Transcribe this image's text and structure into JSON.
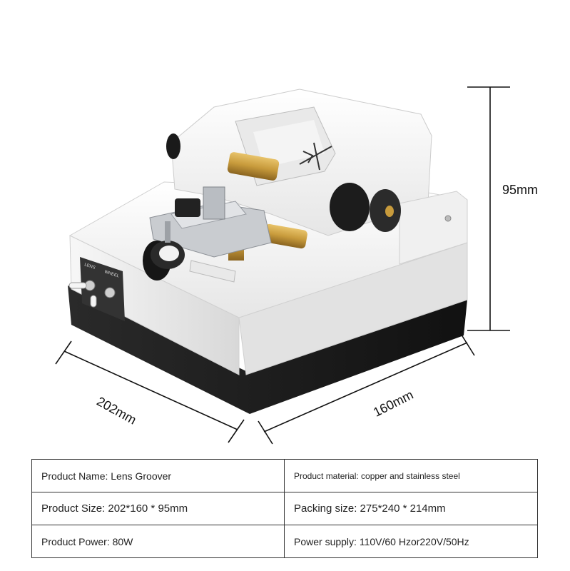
{
  "dimensions": {
    "height": "95mm",
    "width": "202mm",
    "depth": "160mm"
  },
  "product_labels": {
    "switch_left": "LENS",
    "switch_right": "WHEEL"
  },
  "spec_table": {
    "rows": [
      {
        "left": "Product Name: Lens Groover",
        "right": "Product material: copper and stainless steel"
      },
      {
        "left": "Product Size: 202*160 * 95mm",
        "right": "Packing size: 275*240 * 214mm"
      },
      {
        "left": "Product Power: 80W",
        "right": "Power supply: 110V/60 Hzor220V/50Hz"
      }
    ]
  },
  "colors": {
    "body_white": "#f3f3f3",
    "base_black": "#1c1c1c",
    "brass": "#c89b3c",
    "line": "#111111"
  }
}
